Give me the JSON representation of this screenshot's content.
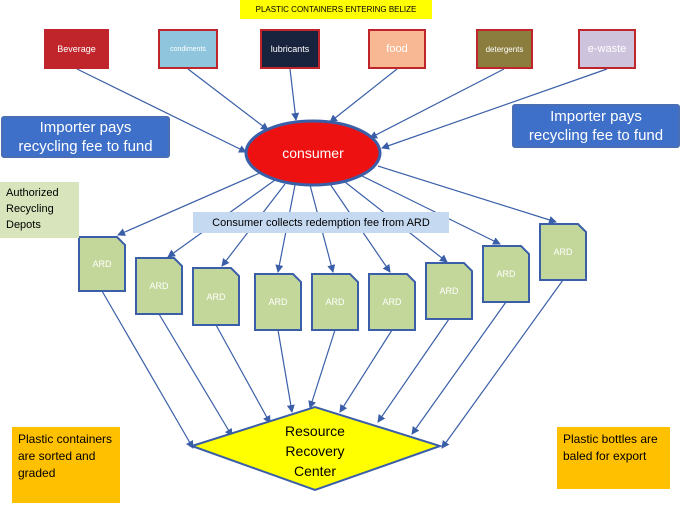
{
  "title": "PLASTIC CONTAINERS ENTERING BELIZE",
  "categories": [
    {
      "label": "Beverage",
      "bg": "#c0252b",
      "color": "#ffffff"
    },
    {
      "label": "condiments",
      "bg": "#8fc6dd",
      "color": "#ffffff"
    },
    {
      "label": "lubricants",
      "bg": "#18233e",
      "color": "#ffffff"
    },
    {
      "label": "food",
      "bg": "#f9b894",
      "color": "#ffffff"
    },
    {
      "label": "detergents",
      "bg": "#8b7d3e",
      "color": "#ffffff"
    },
    {
      "label": "e-waste",
      "bg": "#cdc3dc",
      "color": "#ffffff"
    }
  ],
  "consumer": {
    "label": "consumer",
    "fill": "#ee1111",
    "stroke": "#3a5fa8"
  },
  "importer_left": "Importer pays recycling fee to fund",
  "importer_right": "Importer pays recycling fee to fund",
  "authorized_depots": "Authorized Recycling Depots",
  "redemption_note": "Consumer collects redemption fee from ARD",
  "ards": [
    "ARD",
    "ARD",
    "ARD",
    "ARD",
    "ARD",
    "ARD",
    "ARD",
    "ARD",
    "ARD"
  ],
  "ard_style": {
    "fill": "#c4d79b",
    "stroke": "#3a5fa8"
  },
  "resource_center": {
    "label": "Resource Recovery Center",
    "fill": "#ffff00",
    "stroke": "#3a5fa8"
  },
  "sorted_note": "Plastic containers are sorted and graded",
  "baled_note": "Plastic bottles are baled for export",
  "colors": {
    "title_bg": "#ffff00",
    "note_bg": "#ffc000",
    "green_note_bg": "#d8e4bc",
    "redemption_bg": "#c5d9f1",
    "arrow": "#3a5fa8"
  }
}
